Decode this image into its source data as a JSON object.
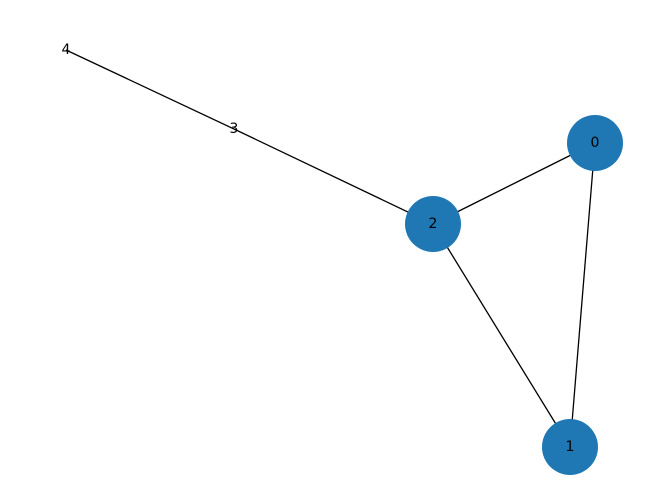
{
  "graph": {
    "node_color": "#1f77b4",
    "edge_color": "#000000",
    "label_color": "#000000",
    "nodes": [
      {
        "id": "0",
        "label": "0",
        "drawn": true
      },
      {
        "id": "1",
        "label": "1",
        "drawn": true
      },
      {
        "id": "2",
        "label": "2",
        "drawn": true
      },
      {
        "id": "3",
        "label": "3",
        "drawn": false
      },
      {
        "id": "4",
        "label": "4",
        "drawn": false
      }
    ],
    "edges": [
      {
        "source": "0",
        "target": "2"
      },
      {
        "source": "0",
        "target": "1"
      },
      {
        "source": "1",
        "target": "2"
      },
      {
        "source": "2",
        "target": "3"
      },
      {
        "source": "3",
        "target": "4"
      }
    ]
  }
}
